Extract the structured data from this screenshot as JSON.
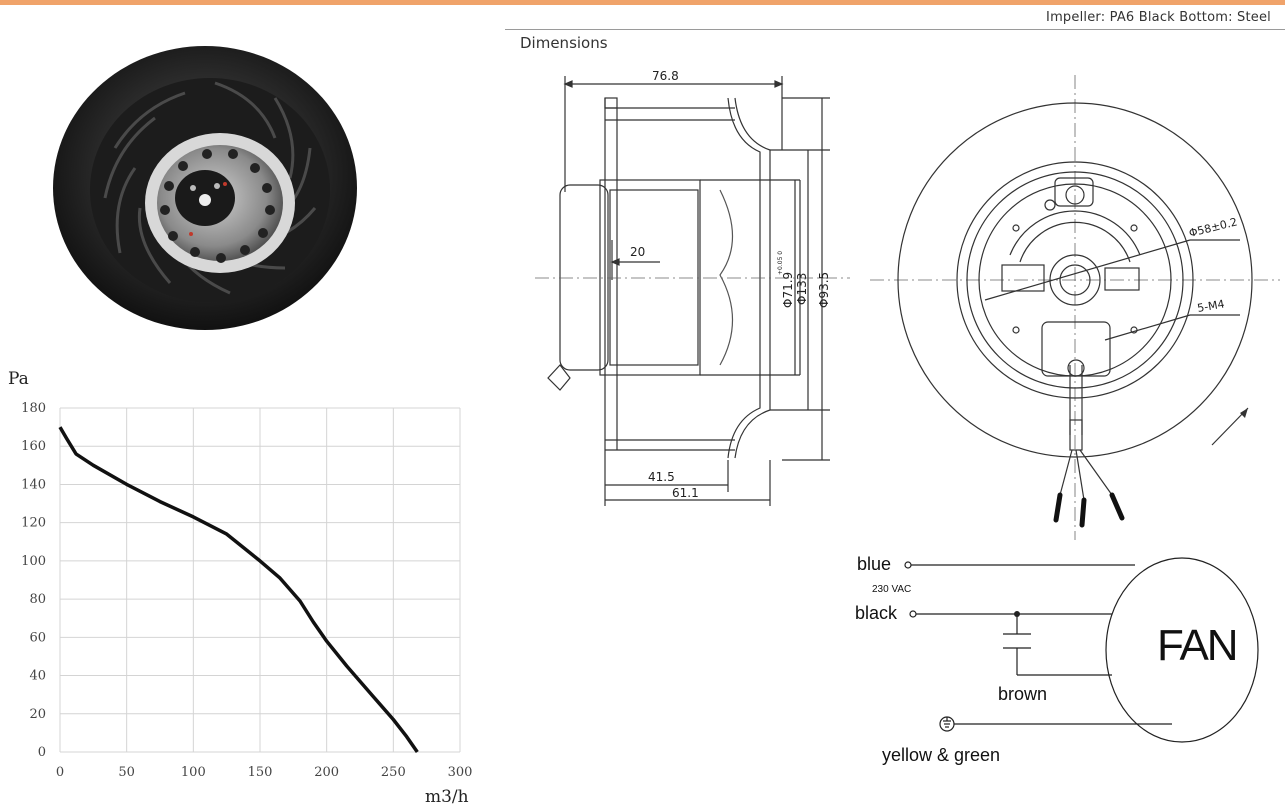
{
  "header": {
    "material_note": "Impeller: PA6 Black Bottom: Steel",
    "dimensions_title": "Dimensions"
  },
  "side_view": {
    "dim_overall_width": "76.8",
    "dim_hub_depth": "20",
    "dim_flange_41": "41.5",
    "dim_flange_61": "61.1",
    "dim_phi_71": "Φ71.9",
    "dim_phi_71_tol": "+0.05\n0",
    "dim_phi_133": "Φ133",
    "dim_phi_93": "Φ93.5"
  },
  "front_view": {
    "dim_phi_58": "Φ58±0.2",
    "dim_screws": "5-M4"
  },
  "wiring": {
    "blue": "blue",
    "voltage": "230 VAC",
    "black": "black",
    "brown": "brown",
    "earth": "yellow & green",
    "fan": "FAN"
  },
  "chart_data": {
    "type": "line",
    "ylabel": "Pa",
    "xlabel": "m3/h",
    "xlim": [
      0,
      300
    ],
    "ylim": [
      0,
      180
    ],
    "x_ticks": [
      0,
      50,
      100,
      150,
      200,
      250,
      300
    ],
    "y_ticks": [
      0,
      20,
      40,
      60,
      80,
      100,
      120,
      140,
      160,
      180
    ],
    "grid": true,
    "series": [
      {
        "x": [
          0,
          5,
          12,
          25,
          50,
          75,
          100,
          125,
          150,
          165,
          180,
          190,
          200,
          215,
          235,
          250,
          260,
          268
        ],
        "y": [
          170,
          164,
          156,
          150,
          140,
          131,
          123,
          114,
          100,
          91,
          79,
          68,
          58,
          45,
          29,
          17,
          8,
          0
        ]
      }
    ]
  },
  "colors": {
    "top_bar": "#f0a36a",
    "curve": "#111111",
    "grid": "#d4d4d4"
  }
}
